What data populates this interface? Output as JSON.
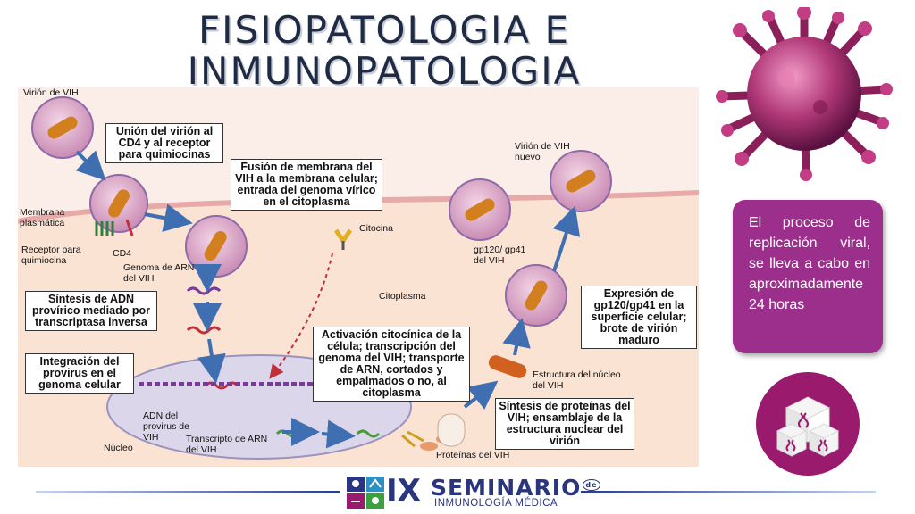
{
  "title": {
    "line1": "FISIOPATOLOGIA E",
    "line2": "INMUNOPATOLOGIA"
  },
  "diagram": {
    "labels": {
      "virion": "Virión de VIH",
      "membrana": "Membrana plasmática",
      "receptor": "Receptor para quimiocina",
      "cd4": "CD4",
      "genoma": "Genoma de ARN del VIH",
      "citocina": "Citocina",
      "citoplasma": "Citoplasma",
      "adn_provirus": "ADN del provirus de VIH",
      "transcrito": "Transcripto de ARN del VIH",
      "nucleo": "Núcleo",
      "proteinas": "Proteínas del VIH",
      "estructura": "Estructura del núcleo del VIH",
      "gp120": "gp120/ gp41 del VIH",
      "virion_nuevo": "Virión de VIH nuevo"
    },
    "boxes": {
      "union": "Unión del virión al CD4 y al receptor para quimiocinas",
      "fusion": "Fusión de membrana del VIH a la membrana celular; entrada del genoma vírico en el citoplasma",
      "sintesis_adn": "Síntesis de ADN provírico mediado por transcriptasa inversa",
      "integracion": "Integración del provirus en el genoma celular",
      "activacion": "Activación citocínica de la célula; transcripción del genoma del VIH; transporte de ARN, cortados y empalmados o no, al citoplasma",
      "sintesis_prot": "Síntesis de proteínas del VIH; ensamblaje de la estructura nuclear del virión",
      "expresion": "Expresión de gp120/gp41 en la superficie celular; brote de virión maduro"
    }
  },
  "callout": {
    "text": "El proceso de replicación viral, se lleva a cabo en aproximadamente 24 horas"
  },
  "footer": {
    "numeral": "IX",
    "brand": "SEMINARIO",
    "badge": "de",
    "subtitle": "INMUNOLOGÍA MÉDICA"
  },
  "colors": {
    "title": "#1f2a44",
    "callout_bg": "#9c2f8c",
    "brand": "#2a3580",
    "virus": "#b03878"
  }
}
